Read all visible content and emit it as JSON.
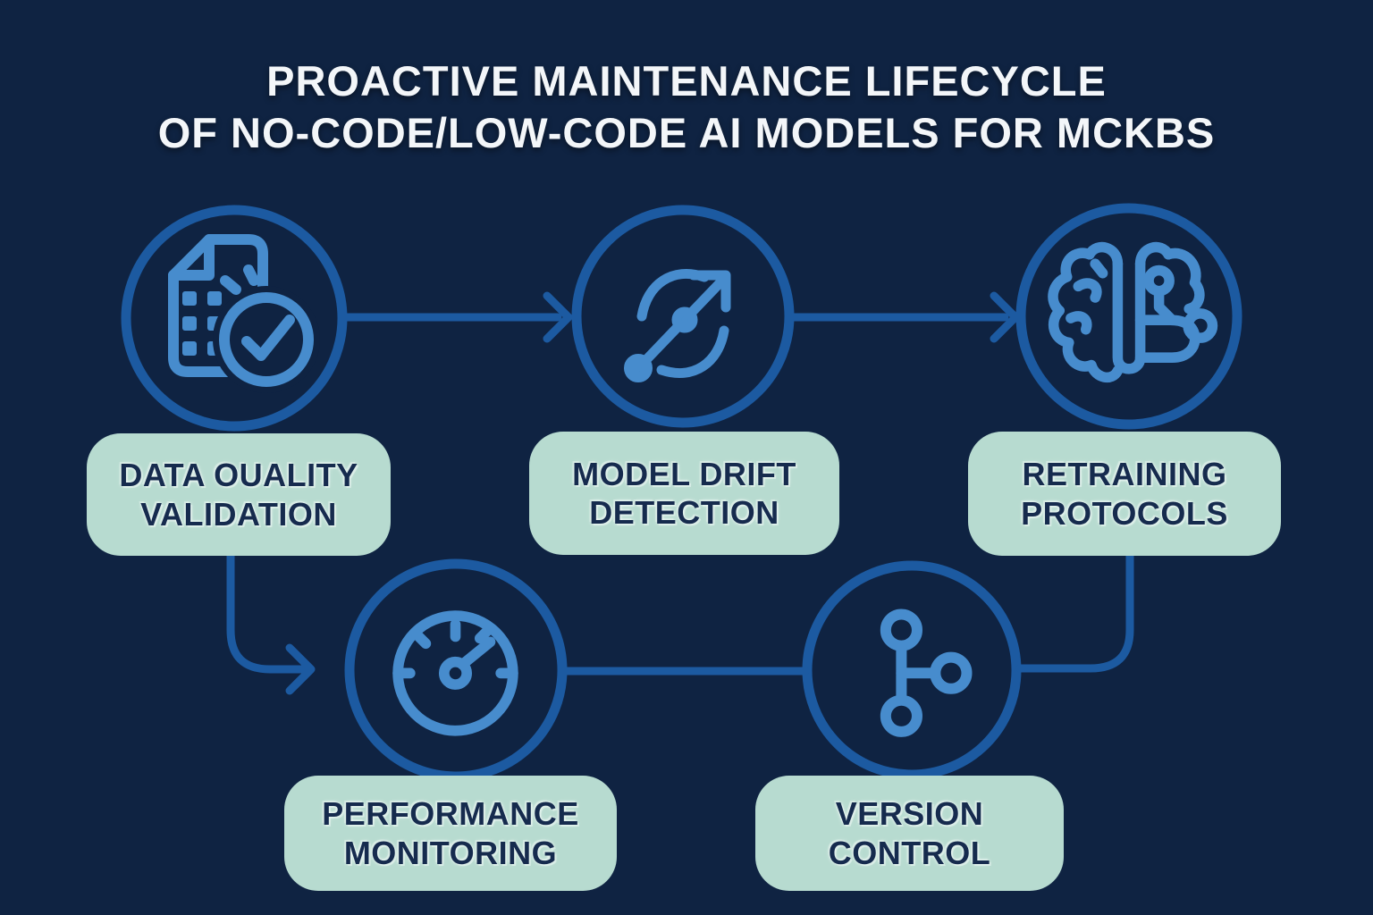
{
  "title": {
    "line1": "PROACTIVE MAINTENANCE LIFECYCLE",
    "line2": "OF NO-CODE/LOW-CODE AI MODELS FOR MCKBS"
  },
  "nodes": [
    {
      "id": "data-quality-validation",
      "label_line1": "DATA OUALITY",
      "label_line2": "VALIDATION",
      "icon": "document-check-icon"
    },
    {
      "id": "model-drift-detection",
      "label_line1": "MODEL DRIFT",
      "label_line2": "DETECTION",
      "icon": "trend-arrow-icon"
    },
    {
      "id": "retraining-protocols",
      "label_line1": "RETRAINING",
      "label_line2": "PROTOCOLS",
      "icon": "ai-brain-icon"
    },
    {
      "id": "performance-monitoring",
      "label_line1": "PERFORMANCE",
      "label_line2": "MONITORING",
      "icon": "gauge-icon"
    },
    {
      "id": "version-control",
      "label_line1": "VERSION",
      "label_line2": "CONTROL",
      "icon": "git-branch-icon"
    }
  ],
  "edges": [
    {
      "from": "data-quality-validation",
      "to": "model-drift-detection",
      "arrow": true
    },
    {
      "from": "model-drift-detection",
      "to": "retraining-protocols",
      "arrow": true
    },
    {
      "from": "data-quality-validation",
      "to": "performance-monitoring",
      "arrow": true
    },
    {
      "from": "performance-monitoring",
      "to": "version-control",
      "arrow": false
    },
    {
      "from": "retraining-protocols",
      "to": "version-control",
      "arrow": false
    }
  ],
  "colors": {
    "background": "#0f2342",
    "ring_blue": "#1c5aa1",
    "icon_blue": "#478ccd",
    "box_fill": "#b7dbd0",
    "box_text": "#162b4e",
    "title_text": "#f3f6f9"
  }
}
